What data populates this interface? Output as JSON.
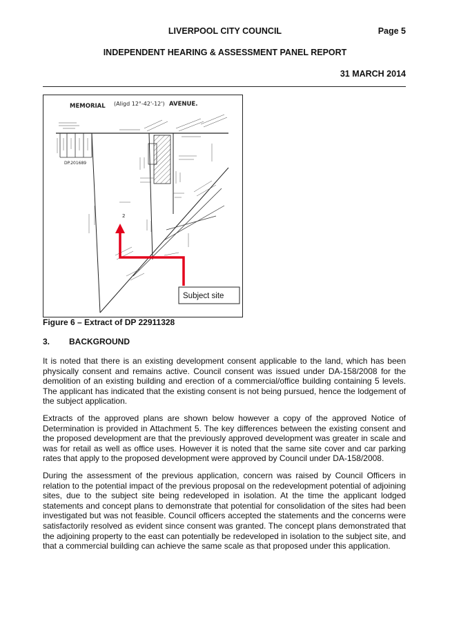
{
  "header": {
    "council": "LIVERPOOL CITY COUNCIL",
    "page": "Page 5",
    "report": "INDEPENDENT HEARING & ASSESSMENT PANEL REPORT",
    "date": "31 MARCH 2014"
  },
  "figure": {
    "street_name": "MEMORIAL",
    "street_align": "(Aligd 12°-42'-12')",
    "street_type": "AVENUE.",
    "deposited_plan": "DP.201689",
    "lot_number": "2",
    "subject_site_label": "Subject site",
    "caption": "Figure 6 – Extract of DP 22911328"
  },
  "section": {
    "number": "3.",
    "title": "BACKGROUND"
  },
  "paragraphs": [
    "It is noted that there is an existing development consent applicable to the land, which has been physically consent and remains active. Council consent was issued under DA-158/2008 for the demolition of an existing building and erection of a commercial/office building containing 5 levels. The applicant has indicated that the existing consent is not being pursued, hence the lodgement of the subject application.",
    "Extracts of the approved plans are shown below however a copy of the approved Notice of Determination is provided in Attachment 5. The key differences between the existing consent and the proposed development are that the previously approved development was greater in scale and was for retail as well as office uses. However it is noted that the same site cover and car parking rates that apply to the proposed development were approved by Council under DA-158/2008.",
    "During the assessment of the previous application, concern was raised by Council Officers in relation to the potential impact of the previous proposal on the redevelopment potential of adjoining sites, due to the subject site being redeveloped in isolation. At the time the applicant lodged statements and concept plans to demonstrate that potential for consolidation of the sites had been investigated but was not feasible. Council officers accepted the statements and the concerns were satisfactorily resolved as evident since consent was granted. The concept plans demonstrated that the adjoining property to the east can potentially be redeveloped in isolation to the subject site, and that a commercial building can achieve the same scale as that proposed under this application."
  ],
  "colors": {
    "arrow": "#e3001b",
    "text": "#111111"
  }
}
